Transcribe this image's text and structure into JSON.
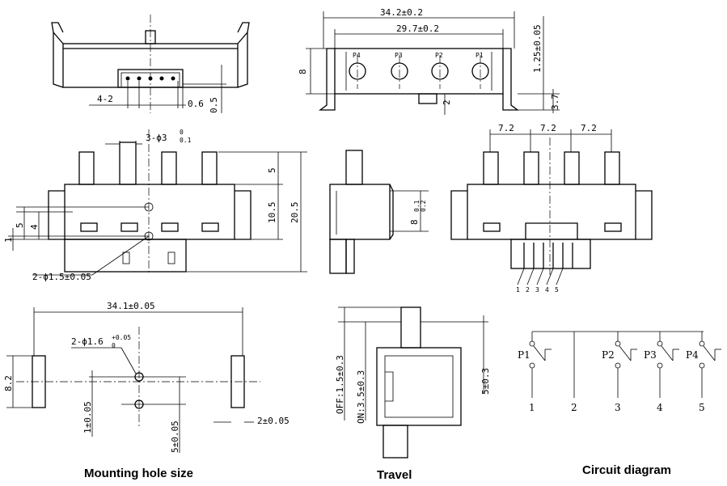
{
  "titles": {
    "mounting": "Mounting hole size",
    "travel": "Travel",
    "circuit": "Circuit diagram"
  },
  "front_view": {
    "pitch_label": "4-2",
    "dim_06": "0.6",
    "dim_05": "0.5"
  },
  "top_view": {
    "overall_width": "34.2±0.2",
    "inner_width": "29.7±0.2",
    "height": "8",
    "dim_2": "2",
    "lead_pitch": "1.25±0.05",
    "dim_37": "3.7",
    "pins": [
      "P4",
      "P3",
      "P2",
      "P1"
    ]
  },
  "side_left": {
    "hole_callout": "3-ϕ3",
    "hole_tol_upper": "0",
    "hole_tol_lower": "0.1",
    "dim_5": "5",
    "dim_105": "10.5",
    "dim_205": "20.5",
    "dim_5b": "5",
    "dim_4": "4",
    "dim_1": "1",
    "pin_callout": "2-ϕ1.5±0.05"
  },
  "side_mid": {
    "dim_8": "8",
    "tol_upper": "0.1",
    "tol_lower": "0.2"
  },
  "side_right": {
    "pitches": [
      "7.2",
      "7.2",
      "7.2"
    ],
    "pin_numbers": [
      "1",
      "2",
      "3",
      "4",
      "5"
    ]
  },
  "mounting": {
    "width": "34.1±0.05",
    "hole_callout": "2-ϕ1.6",
    "hole_tol_upper": "+0.05",
    "hole_tol_lower": "0",
    "height": "8.2",
    "dim_1": "1±0.05",
    "dim_5": "5±0.05",
    "dim_2": "2±0.05"
  },
  "travel": {
    "off": "OFF:1.5±0.3",
    "on": "ON:3.5±0.3",
    "total": "5±0.3"
  },
  "circuit": {
    "switches": [
      "P1",
      "P2",
      "P3",
      "P4"
    ],
    "terminals": [
      "1",
      "2",
      "3",
      "4",
      "5"
    ]
  }
}
